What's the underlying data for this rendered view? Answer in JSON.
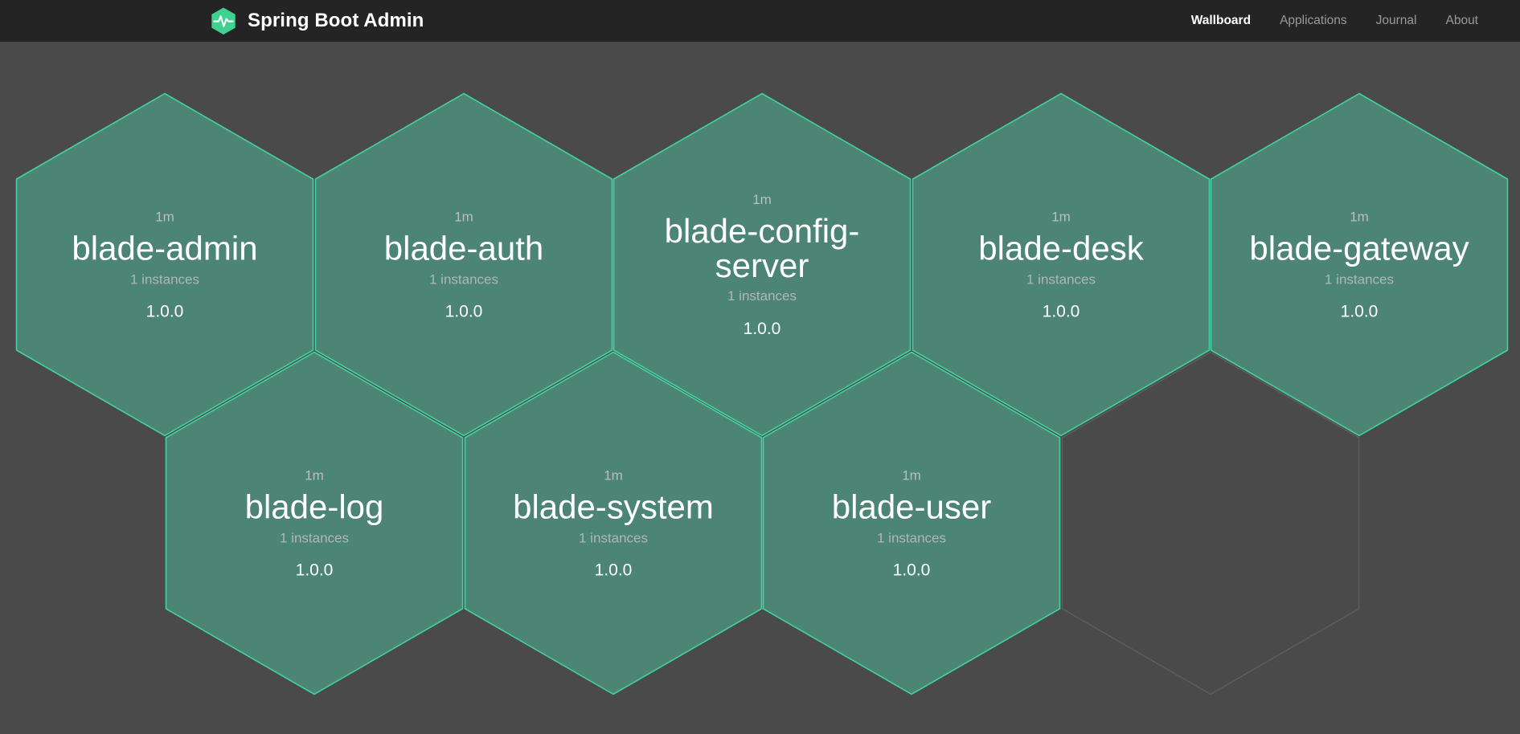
{
  "header": {
    "brand_name": "Spring Boot Admin",
    "logo_icon": "heartbeat-hexagon-logo",
    "nav": [
      {
        "label": "Wallboard",
        "active": true
      },
      {
        "label": "Applications",
        "active": false
      },
      {
        "label": "Journal",
        "active": false
      },
      {
        "label": "About",
        "active": false
      }
    ]
  },
  "colors": {
    "header_bg": "#242424",
    "page_bg": "#4a4a4a",
    "hex_fill": "#4d8575",
    "hex_stroke": "#42d19f",
    "empty_hex_stroke": "#5c5c5c",
    "brand_green": "#3fd18f",
    "text_primary": "#ffffff",
    "text_muted": "#b0b6b4",
    "nav_muted": "#9a9a9a"
  },
  "wallboard": {
    "rows": [
      {
        "applications": [
          {
            "name": "blade-admin",
            "uptime": "1m",
            "instances": "1 instances",
            "version": "1.0.0",
            "status": "up",
            "empty": false
          },
          {
            "name": "blade-auth",
            "uptime": "1m",
            "instances": "1 instances",
            "version": "1.0.0",
            "status": "up",
            "empty": false
          },
          {
            "name": "blade-config-server",
            "uptime": "1m",
            "instances": "1 instances",
            "version": "1.0.0",
            "status": "up",
            "empty": false
          },
          {
            "name": "blade-desk",
            "uptime": "1m",
            "instances": "1 instances",
            "version": "1.0.0",
            "status": "up",
            "empty": false
          },
          {
            "name": "blade-gateway",
            "uptime": "1m",
            "instances": "1 instances",
            "version": "1.0.0",
            "status": "up",
            "empty": false
          }
        ]
      },
      {
        "applications": [
          {
            "name": "blade-log",
            "uptime": "1m",
            "instances": "1 instances",
            "version": "1.0.0",
            "status": "up",
            "empty": false
          },
          {
            "name": "blade-system",
            "uptime": "1m",
            "instances": "1 instances",
            "version": "1.0.0",
            "status": "up",
            "empty": false
          },
          {
            "name": "blade-user",
            "uptime": "1m",
            "instances": "1 instances",
            "version": "1.0.0",
            "status": "up",
            "empty": false
          },
          {
            "name": "",
            "uptime": "",
            "instances": "",
            "version": "",
            "status": "empty",
            "empty": true
          }
        ]
      }
    ]
  }
}
